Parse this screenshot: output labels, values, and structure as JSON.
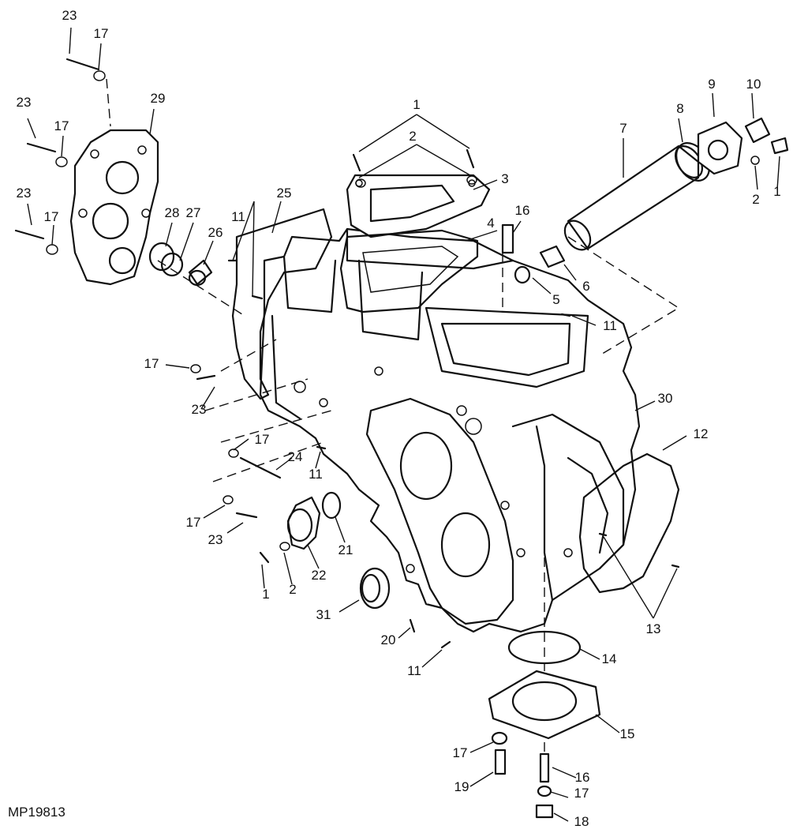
{
  "figure_id": "MP19813",
  "callouts": [
    {
      "label": "23"
    },
    {
      "label": "17"
    },
    {
      "label": "23"
    },
    {
      "label": "17"
    },
    {
      "label": "29"
    },
    {
      "label": "23"
    },
    {
      "label": "17"
    },
    {
      "label": "28"
    },
    {
      "label": "27"
    },
    {
      "label": "26"
    },
    {
      "label": "11"
    },
    {
      "label": "25"
    },
    {
      "label": "1"
    },
    {
      "label": "2"
    },
    {
      "label": "3"
    },
    {
      "label": "4"
    },
    {
      "label": "16"
    },
    {
      "label": "7"
    },
    {
      "label": "8"
    },
    {
      "label": "9"
    },
    {
      "label": "10"
    },
    {
      "label": "2"
    },
    {
      "label": "1"
    },
    {
      "label": "6"
    },
    {
      "label": "5"
    },
    {
      "label": "11"
    },
    {
      "label": "17"
    },
    {
      "label": "23"
    },
    {
      "label": "30"
    },
    {
      "label": "12"
    },
    {
      "label": "17"
    },
    {
      "label": "24"
    },
    {
      "label": "11"
    },
    {
      "label": "17"
    },
    {
      "label": "23"
    },
    {
      "label": "21"
    },
    {
      "label": "22"
    },
    {
      "label": "2"
    },
    {
      "label": "1"
    },
    {
      "label": "13"
    },
    {
      "label": "31"
    },
    {
      "label": "20"
    },
    {
      "label": "11"
    },
    {
      "label": "14"
    },
    {
      "label": "15"
    },
    {
      "label": "17"
    },
    {
      "label": "19"
    },
    {
      "label": "16"
    },
    {
      "label": "17"
    },
    {
      "label": "18"
    }
  ]
}
